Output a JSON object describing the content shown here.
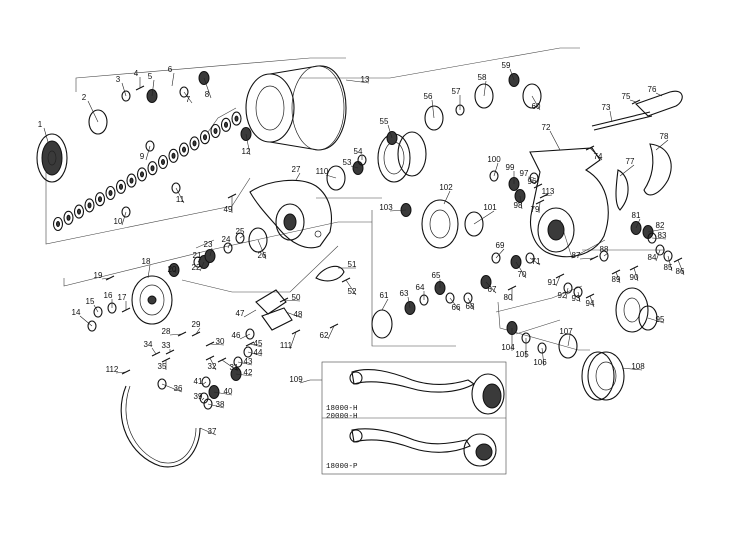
{
  "colors": {
    "ink": "#111111",
    "paper": "#ffffff",
    "shade": "#3a3a3a"
  },
  "parts": [
    {
      "id": "1",
      "icon": "spool-cap-icon"
    },
    {
      "id": "2",
      "icon": "o-ring-icon"
    },
    {
      "id": "3",
      "icon": "washer-icon"
    },
    {
      "id": "4",
      "icon": "pin-icon"
    },
    {
      "id": "5",
      "icon": "drag-ratchet-icon"
    },
    {
      "id": "6",
      "icon": "clip-icon"
    },
    {
      "id": "7",
      "icon": "washer-icon"
    },
    {
      "id": "8",
      "icon": "bearing-icon"
    },
    {
      "id": "9",
      "icon": "drag-washer-icon"
    },
    {
      "id": "10",
      "icon": "drag-washer-icon"
    },
    {
      "id": "11",
      "icon": "drag-washer-icon"
    },
    {
      "id": "12",
      "icon": "nut-icon"
    },
    {
      "id": "13",
      "icon": "spool-icon"
    },
    {
      "id": "14",
      "icon": "washer-icon"
    },
    {
      "id": "15",
      "icon": "washer-icon"
    },
    {
      "id": "16",
      "icon": "bushing-icon"
    },
    {
      "id": "17",
      "icon": "screw-icon"
    },
    {
      "id": "18",
      "icon": "rotor-cap-icon"
    },
    {
      "id": "19",
      "icon": "screw-icon"
    },
    {
      "id": "20",
      "icon": "nut-icon"
    },
    {
      "id": "21",
      "icon": "washer-icon"
    },
    {
      "id": "22",
      "icon": "bearing-icon"
    },
    {
      "id": "23",
      "icon": "roller-icon"
    },
    {
      "id": "24",
      "icon": "collar-icon"
    },
    {
      "id": "25",
      "icon": "collar-icon"
    },
    {
      "id": "26",
      "icon": "o-ring-icon"
    },
    {
      "id": "27",
      "icon": "rotor-arm-icon"
    },
    {
      "id": "28",
      "icon": "pin-icon"
    },
    {
      "id": "29",
      "icon": "spring-icon"
    },
    {
      "id": "30",
      "icon": "spring-icon"
    },
    {
      "id": "31",
      "icon": "screw-icon"
    },
    {
      "id": "32",
      "icon": "spring-icon"
    },
    {
      "id": "33",
      "icon": "pin-icon"
    },
    {
      "id": "34",
      "icon": "pin-icon"
    },
    {
      "id": "35",
      "icon": "screw-icon"
    },
    {
      "id": "36",
      "icon": "washer-icon"
    },
    {
      "id": "37",
      "icon": "bail-wire-icon"
    },
    {
      "id": "38",
      "icon": "collar-icon"
    },
    {
      "id": "39",
      "icon": "bushing-icon"
    },
    {
      "id": "40",
      "icon": "bearing-icon"
    },
    {
      "id": "41",
      "icon": "washer-icon"
    },
    {
      "id": "42",
      "icon": "roller-icon"
    },
    {
      "id": "43",
      "icon": "washer-icon"
    },
    {
      "id": "44",
      "icon": "washer-icon"
    },
    {
      "id": "45",
      "icon": "screw-icon"
    },
    {
      "id": "46",
      "icon": "washer-icon"
    },
    {
      "id": "47",
      "icon": "bracket-icon"
    },
    {
      "id": "48",
      "icon": "bracket-icon"
    },
    {
      "id": "49",
      "icon": "screw-icon"
    },
    {
      "id": "50",
      "icon": "screw-icon"
    },
    {
      "id": "51",
      "icon": "guard-icon"
    },
    {
      "id": "52",
      "icon": "screw-icon"
    },
    {
      "id": "53",
      "icon": "bearing-icon"
    },
    {
      "id": "54",
      "icon": "washer-icon"
    },
    {
      "id": "55",
      "icon": "rotor-nut-icon"
    },
    {
      "id": "56",
      "icon": "o-ring-icon"
    },
    {
      "id": "57",
      "icon": "washer-icon"
    },
    {
      "id": "58",
      "icon": "o-ring-icon"
    },
    {
      "id": "59",
      "icon": "gear-icon"
    },
    {
      "id": "60",
      "icon": "o-ring-icon"
    },
    {
      "id": "61",
      "icon": "stopper-icon"
    },
    {
      "id": "62",
      "icon": "screw-icon"
    },
    {
      "id": "63",
      "icon": "bearing-icon"
    },
    {
      "id": "64",
      "icon": "washer-icon"
    },
    {
      "id": "65",
      "icon": "one-way-clutch-icon"
    },
    {
      "id": "66",
      "icon": "washer-icon"
    },
    {
      "id": "67",
      "icon": "pinion-icon"
    },
    {
      "id": "68",
      "icon": "bushing-icon"
    },
    {
      "id": "69",
      "icon": "collar-icon"
    },
    {
      "id": "70",
      "icon": "bearing-icon"
    },
    {
      "id": "71",
      "icon": "washer-icon"
    },
    {
      "id": "72",
      "icon": "body-icon"
    },
    {
      "id": "73",
      "icon": "shaft-icon"
    },
    {
      "id": "74",
      "icon": "screw-icon"
    },
    {
      "id": "75",
      "icon": "screw-icon"
    },
    {
      "id": "76",
      "icon": "foot-icon"
    },
    {
      "id": "77",
      "icon": "side-plate-icon"
    },
    {
      "id": "78",
      "icon": "body-cover-icon"
    },
    {
      "id": "79",
      "icon": "screw-icon"
    },
    {
      "id": "80",
      "icon": "pin-icon"
    },
    {
      "id": "81",
      "icon": "gear-icon"
    },
    {
      "id": "82",
      "icon": "gear-icon"
    },
    {
      "id": "83",
      "icon": "washer-icon"
    },
    {
      "id": "84",
      "icon": "collar-icon"
    },
    {
      "id": "85",
      "icon": "bushing-icon"
    },
    {
      "id": "86",
      "icon": "screw-icon"
    },
    {
      "id": "87",
      "icon": "screw-icon"
    },
    {
      "id": "88",
      "icon": "collar-icon"
    },
    {
      "id": "89",
      "icon": "screw-icon"
    },
    {
      "id": "90",
      "icon": "pin-icon"
    },
    {
      "id": "91",
      "icon": "pin-icon"
    },
    {
      "id": "92",
      "icon": "bushing-icon"
    },
    {
      "id": "93",
      "icon": "washer-icon"
    },
    {
      "id": "94",
      "icon": "screw-icon"
    },
    {
      "id": "95",
      "icon": "o-ring-icon"
    },
    {
      "id": "96",
      "icon": "screw-icon"
    },
    {
      "id": "97",
      "icon": "washer-icon"
    },
    {
      "id": "98",
      "icon": "bearing-icon"
    },
    {
      "id": "99",
      "icon": "bearing-icon"
    },
    {
      "id": "100",
      "icon": "washer-icon"
    },
    {
      "id": "101",
      "icon": "o-ring-icon"
    },
    {
      "id": "102",
      "icon": "side-cap-icon"
    },
    {
      "id": "103",
      "icon": "bearing-icon"
    },
    {
      "id": "104",
      "icon": "bearing-icon"
    },
    {
      "id": "105",
      "icon": "washer-icon"
    },
    {
      "id": "106",
      "icon": "washer-icon"
    },
    {
      "id": "107",
      "icon": "o-ring-icon"
    },
    {
      "id": "108",
      "icon": "handle-cap-icon"
    },
    {
      "id": "109",
      "icon": "handle-assembly-icon"
    },
    {
      "id": "110",
      "icon": "o-ring-icon"
    },
    {
      "id": "111",
      "icon": "screw-icon"
    },
    {
      "id": "112",
      "icon": "screw-icon"
    },
    {
      "id": "113",
      "icon": "screw-icon"
    }
  ],
  "variants": {
    "handle_a": [
      "18000-H",
      "20000-H"
    ],
    "handle_b": [
      "18000-P"
    ]
  }
}
